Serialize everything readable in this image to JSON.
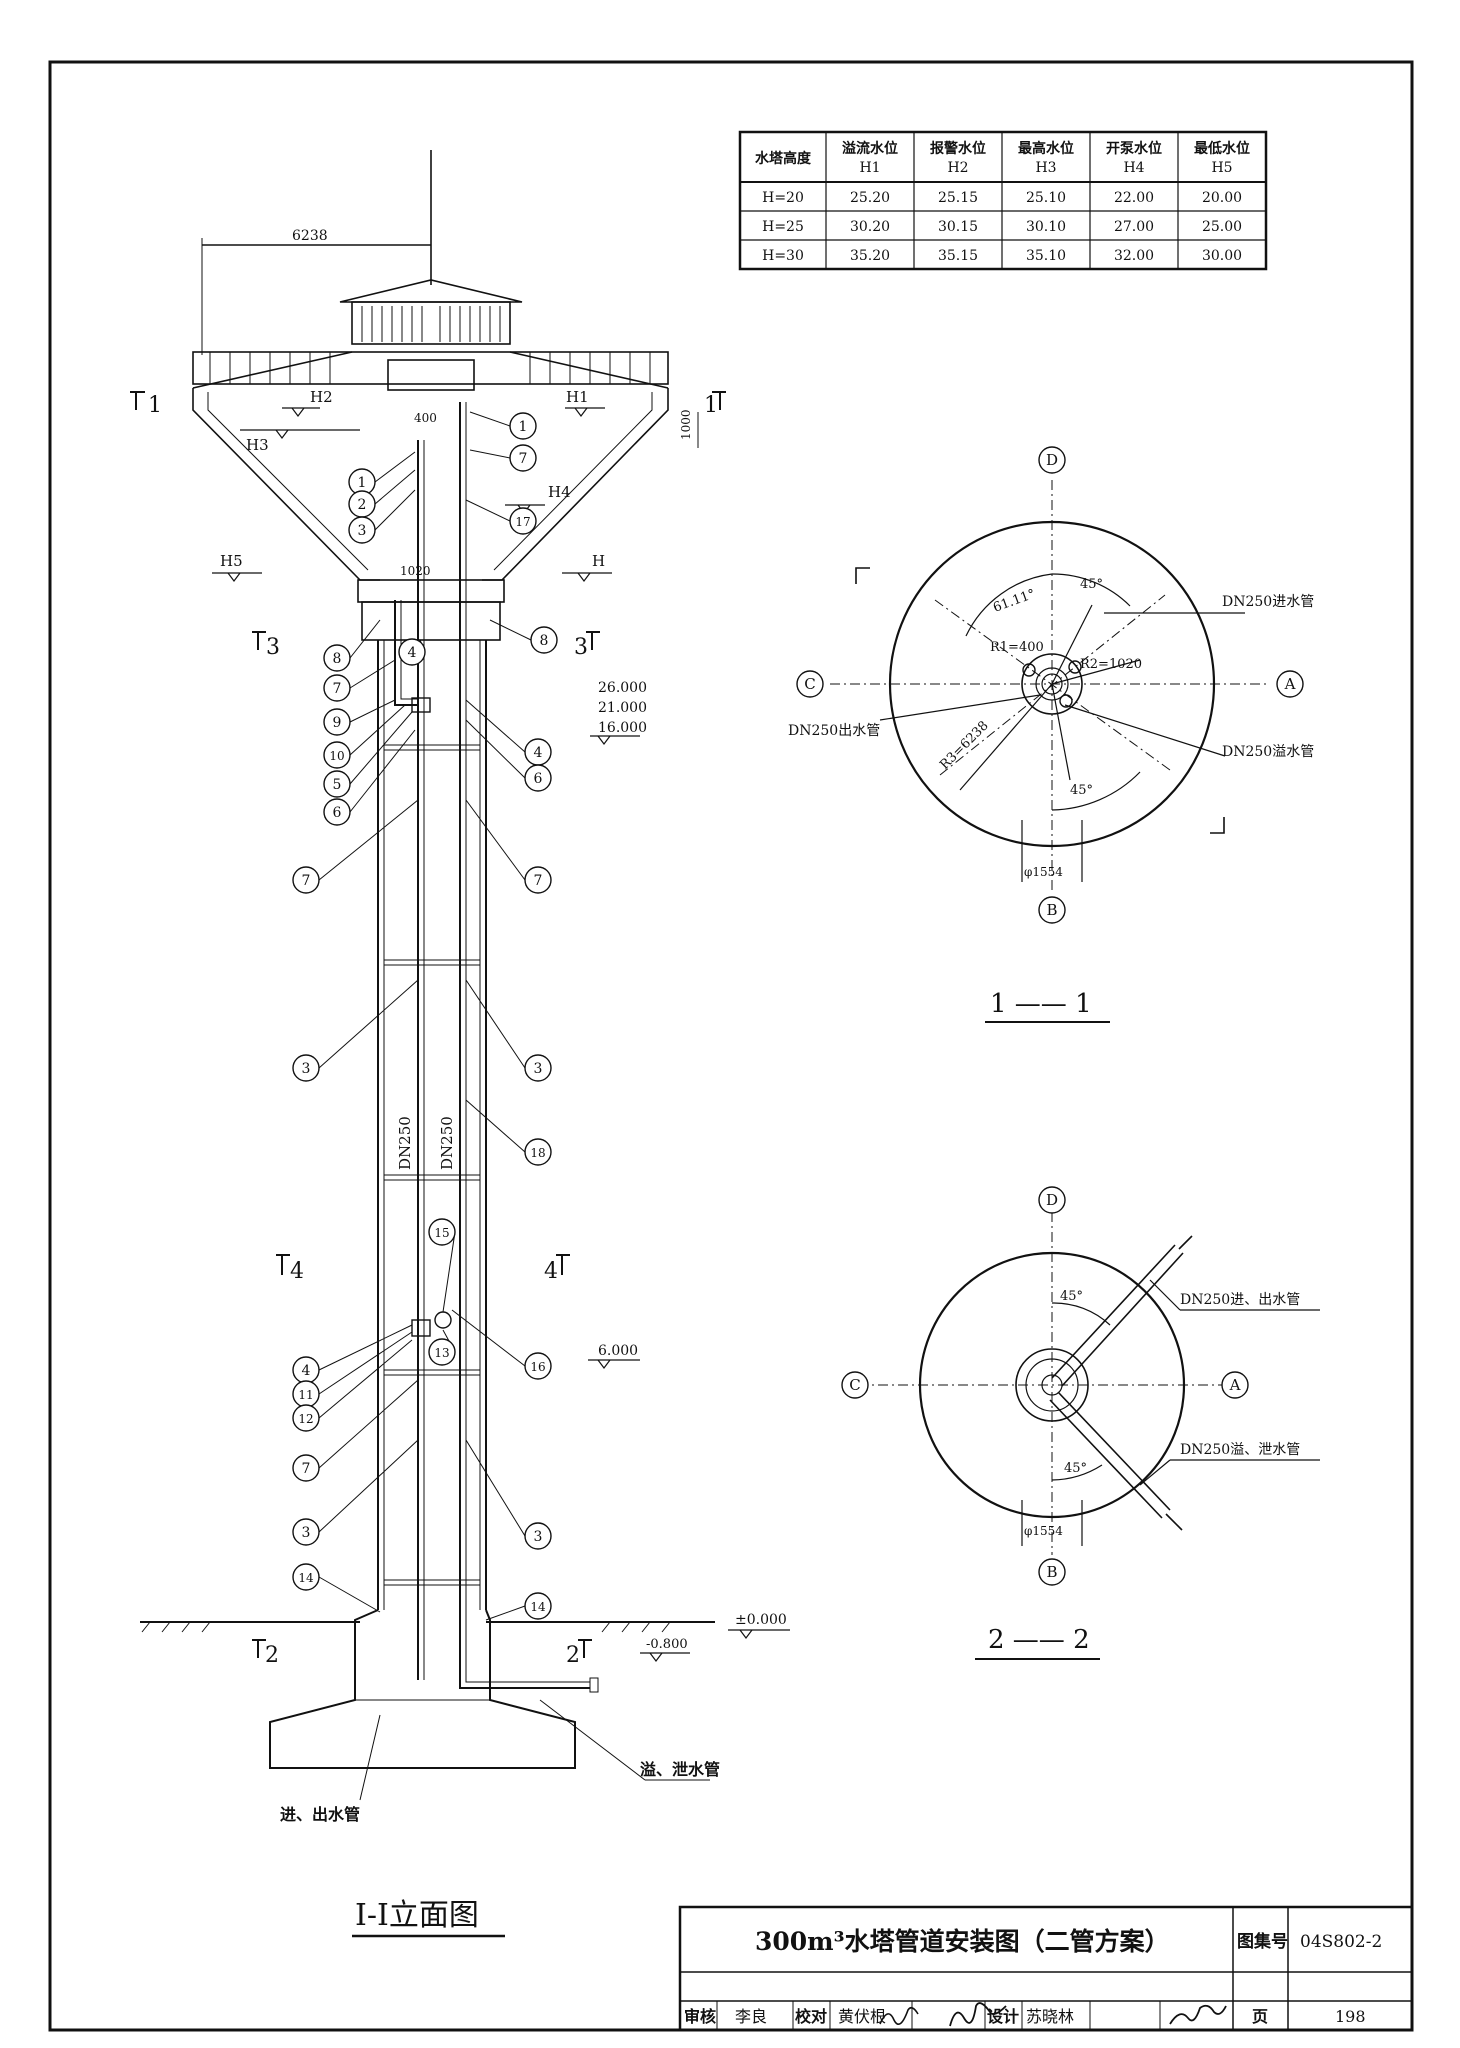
{
  "level_table": {
    "headers": [
      {
        "line1": "水塔高度",
        "line2": ""
      },
      {
        "line1": "溢流水位",
        "line2": "H1"
      },
      {
        "line1": "报警水位",
        "line2": "H2"
      },
      {
        "line1": "最高水位",
        "line2": "H3"
      },
      {
        "line1": "开泵水位",
        "line2": "H4"
      },
      {
        "line1": "最低水位",
        "line2": "H5"
      }
    ],
    "rows": [
      [
        "H=20",
        "25.20",
        "25.15",
        "25.10",
        "22.00",
        "20.00"
      ],
      [
        "H=25",
        "30.20",
        "30.15",
        "30.10",
        "27.00",
        "25.00"
      ],
      [
        "H=30",
        "35.20",
        "35.15",
        "35.10",
        "32.00",
        "30.00"
      ]
    ]
  },
  "elevation": {
    "title": "I-I立面图",
    "dim_top": "6238",
    "dim_400": "400",
    "dim_1000": "1000",
    "dim_1020": "1020",
    "levels": {
      "H1": "H1",
      "H2": "H2",
      "H3": "H3",
      "H4": "H4",
      "H5": "H5",
      "H": "H"
    },
    "elev_26": "26.000",
    "elev_21": "21.000",
    "elev_16": "16.000",
    "elev_6": "6.000",
    "elev_0": "±0.000",
    "elev_m08": "-0.800",
    "pipe_label_left": "DN250",
    "pipe_label_right": "DN250",
    "callout_inlet_outlet": "进、出水管",
    "callout_overflow": "溢、泄水管",
    "section_marks": {
      "s1": "1",
      "s2": "2",
      "s3": "3",
      "s4": "4"
    }
  },
  "section_1": {
    "title": "1 —— 1",
    "axes": {
      "top": "D",
      "bottom": "B",
      "left": "C",
      "right": "A"
    },
    "angle_1": "61.11°",
    "angle_2": "45°",
    "angle_3": "45°",
    "r1": "R1=400",
    "r2": "R2=1020",
    "r3": "R3=6238",
    "diam": "φ1554",
    "inlet": "DN250进水管",
    "outlet": "DN250出水管",
    "overflow": "DN250溢水管"
  },
  "section_2": {
    "title": "2 —— 2",
    "axes": {
      "top": "D",
      "bottom": "B",
      "left": "C",
      "right": "A"
    },
    "angle_1": "45°",
    "angle_2": "45°",
    "diam": "φ1554",
    "inlet_outlet": "DN250进、出水管",
    "overflow_drain": "DN250溢、泄水管"
  },
  "title_block": {
    "title": "300m³水塔管道安装图（二管方案）",
    "atlas_label": "图集号",
    "atlas_no": "04S802-2",
    "review_label": "审核",
    "reviewer": "李良",
    "check_label": "校对",
    "checker": "黄伏根",
    "design_label": "设计",
    "designer": "苏晓林",
    "page_label": "页",
    "page_no": "198"
  }
}
